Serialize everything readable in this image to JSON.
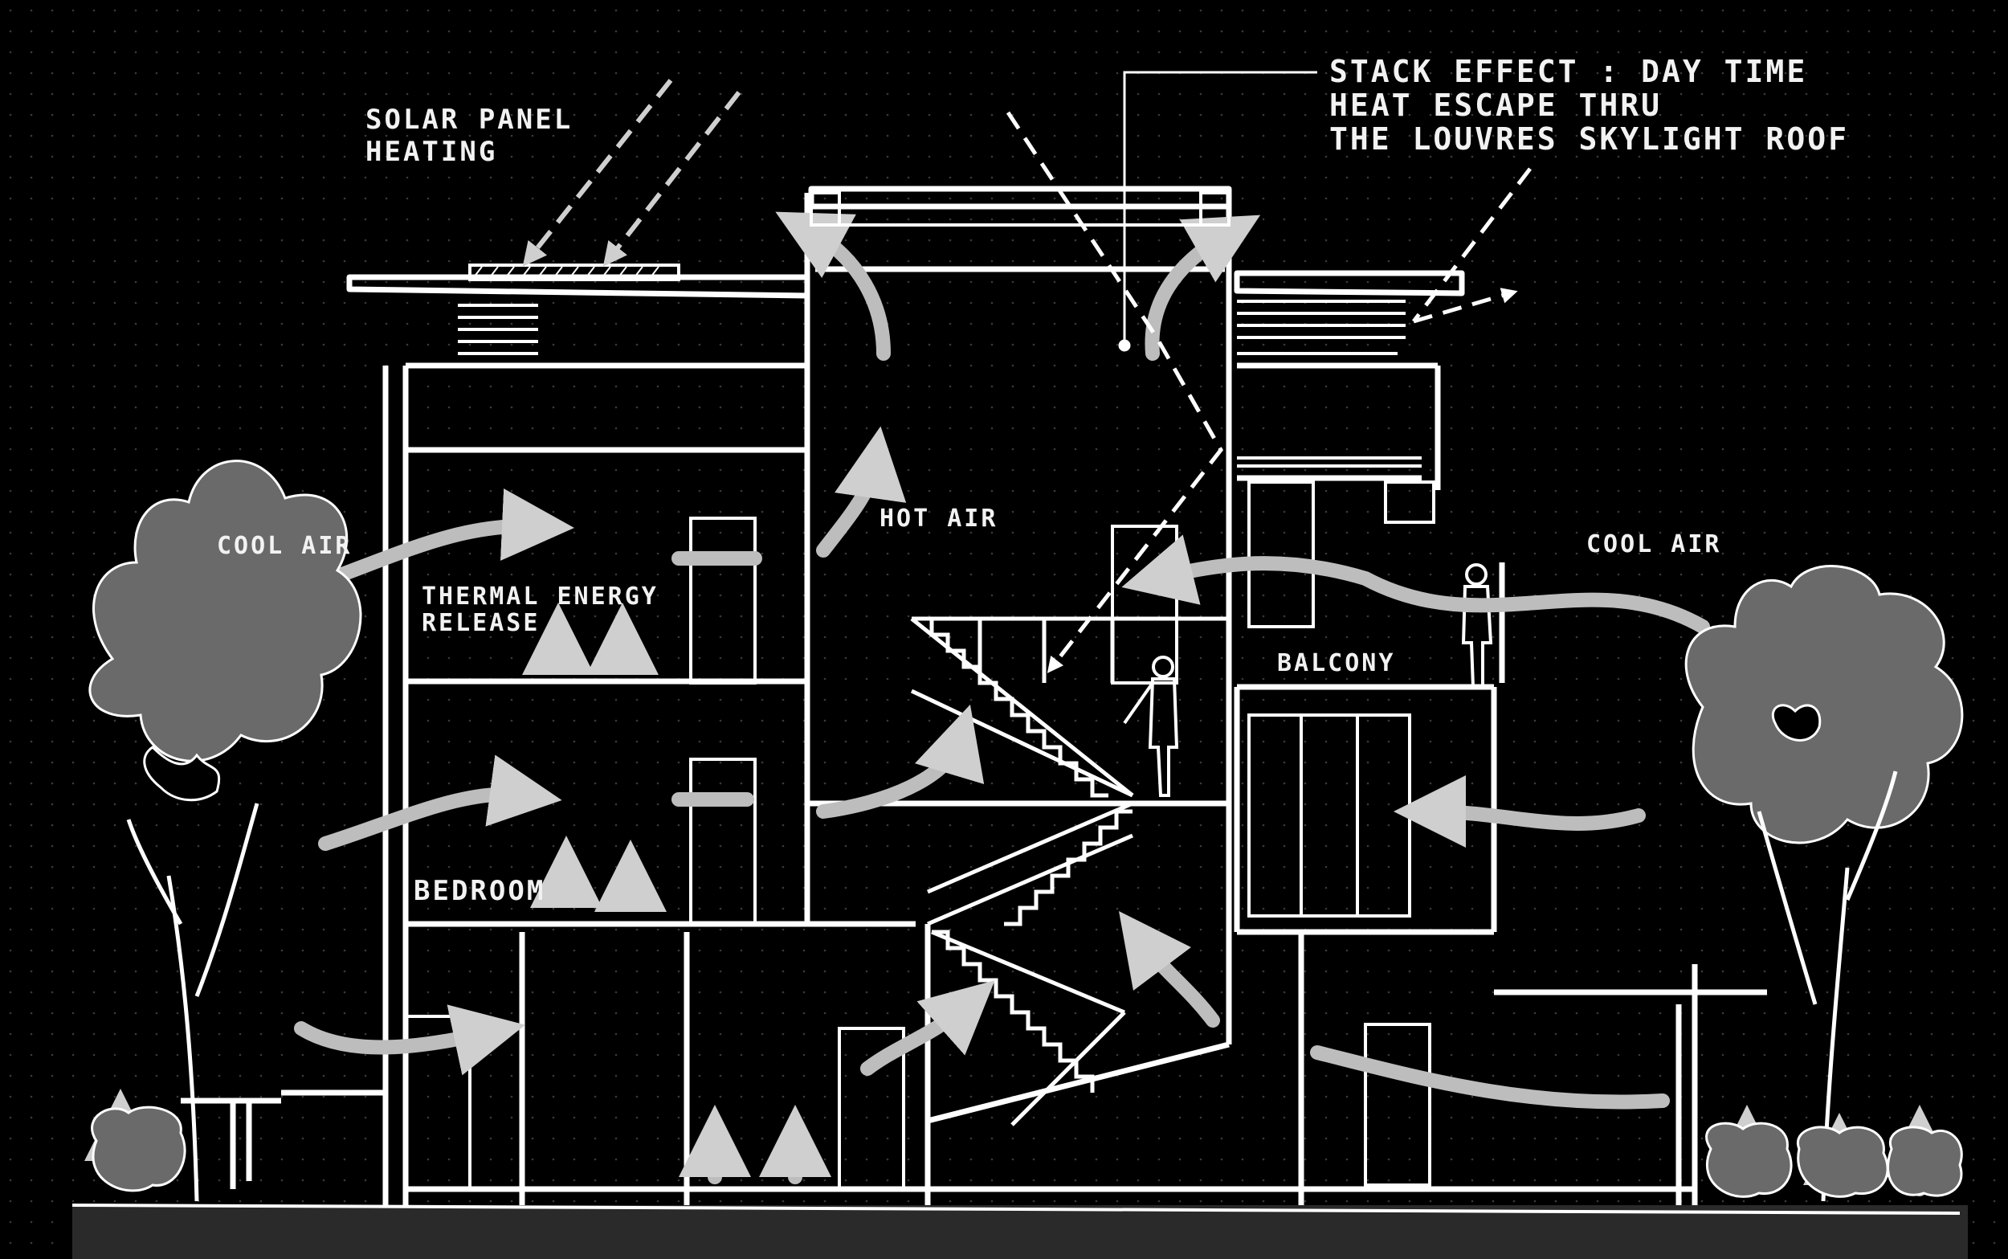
{
  "labels": {
    "solar_panel": [
      "SOLAR PANEL",
      "HEATING"
    ],
    "stack_effect": [
      "STACK EFFECT : DAY TIME",
      "HEAT ESCAPE THRU",
      "THE LOUVRES SKYLIGHT ROOF"
    ],
    "hot_air": "HOT AIR",
    "cool_air_left": "COOL AIR",
    "cool_air_right": "COOL AIR",
    "thermal_energy": [
      "THERMAL ENERGY",
      "RELEASE"
    ],
    "bedroom": "BEDROOM",
    "balcony": "BALCONY"
  },
  "colors": {
    "background": "#000000",
    "line": "#ffffff",
    "airflow": "#bdbdbd",
    "tree_fill": "#6a6a6a"
  }
}
